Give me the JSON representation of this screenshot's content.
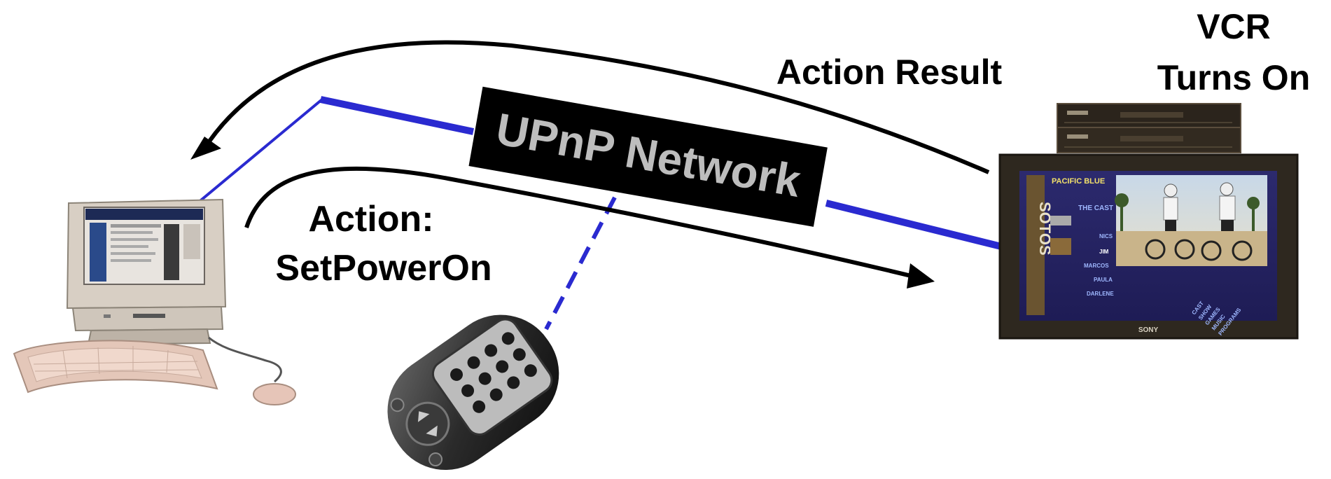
{
  "network_label": "UPnP Network",
  "action_label": {
    "line1": "Action:",
    "line2": "SetPowerOn"
  },
  "result_label": "Action Result",
  "vcr_label": {
    "line1": "VCR",
    "line2": "Turns On"
  },
  "tv_screen": {
    "brand": "SONY",
    "show_logo": "PACIFIC BLUE",
    "side_title": "SOTOS",
    "menu_heading": "THE CAST",
    "cast": [
      "NICS",
      "JIM",
      "MARCOS",
      "PAULA",
      "DARLENE"
    ],
    "bottom_menu": [
      "CAST",
      "SHOW",
      "GAMES",
      "MUSIC",
      "PROGRAMS"
    ]
  },
  "colors": {
    "network_line": "#2a2ad0",
    "arrow": "#000000",
    "network_box": "#000000",
    "network_text": "#bdbdbd"
  },
  "icons": [
    "desktop-computer-icon",
    "remote-control-icon",
    "tv-icon",
    "vcr-icon"
  ]
}
